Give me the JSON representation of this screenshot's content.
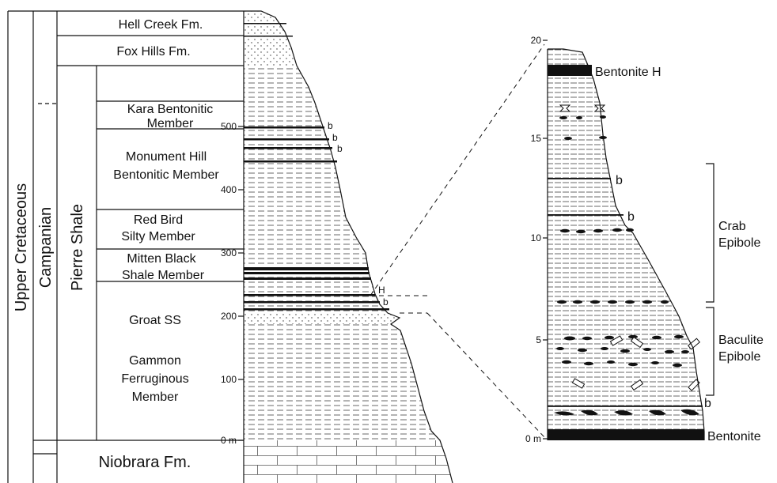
{
  "columns": {
    "system": "Upper Cretaceous",
    "stage": "Campanian",
    "group": "Pierre Shale"
  },
  "formations": {
    "hell_creek": "Hell Creek Fm.",
    "fox_hills": "Fox Hills Fm.",
    "niobrara": "Niobrara Fm."
  },
  "members": [
    {
      "line1": "Kara Bentonitic",
      "line2": "Member"
    },
    {
      "line1": "Monument Hill",
      "line2": "Bentonitic Member"
    },
    {
      "line1": "Red Bird",
      "line2": "Silty Member"
    },
    {
      "line1": "Mitten Black",
      "line2": "Shale Member"
    },
    {
      "line1": "Groat SS",
      "line2": ""
    },
    {
      "line1": "Gammon",
      "line2": "Ferruginous",
      "line3": "Member"
    }
  ],
  "left_scale": [
    "500",
    "400",
    "300",
    "200",
    "100",
    "0 m"
  ],
  "left_marks": {
    "b1": "b",
    "b2": "b",
    "b3": "b",
    "h": "H",
    "b4": "b"
  },
  "right_scale": [
    "20",
    "15",
    "10",
    "5",
    "0 m"
  ],
  "right_labels": {
    "bentonite_h": "Bentonite H",
    "bentonite": "Bentonite",
    "b1": "b",
    "b2": "b",
    "b3": "b",
    "crab1": "Crab",
    "crab2": "Epibole",
    "bac1": "Baculite",
    "bac2": "Epibole"
  }
}
